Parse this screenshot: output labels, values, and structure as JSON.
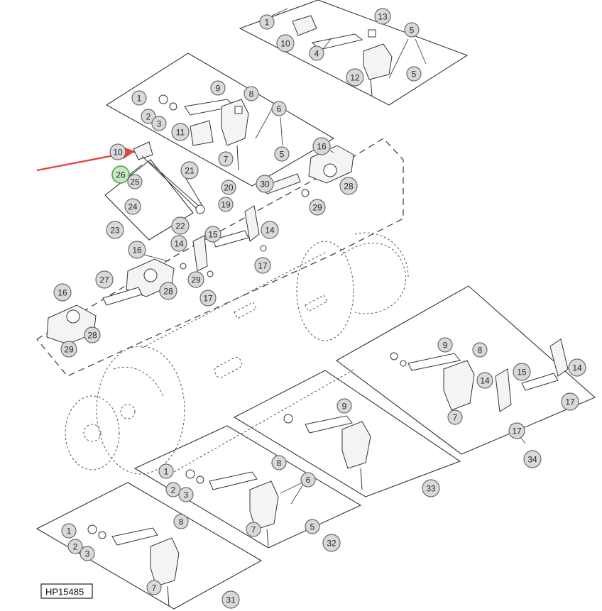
{
  "figure_code": "HP15485",
  "arrow_color": "#e8403a",
  "highlight_color": "#4aa84a",
  "callouts": [
    {
      "id": "c1",
      "label": "1"
    },
    {
      "id": "c10",
      "label": "10"
    },
    {
      "id": "c4",
      "label": "4"
    },
    {
      "id": "c13",
      "label": "13"
    },
    {
      "id": "c5a",
      "label": "5"
    },
    {
      "id": "c5b",
      "label": "5"
    },
    {
      "id": "c12",
      "label": "12"
    },
    {
      "id": "c1b",
      "label": "1"
    },
    {
      "id": "c2",
      "label": "2"
    },
    {
      "id": "c3",
      "label": "3"
    },
    {
      "id": "c11",
      "label": "11"
    },
    {
      "id": "c9",
      "label": "9"
    },
    {
      "id": "c8",
      "label": "8"
    },
    {
      "id": "c6",
      "label": "6"
    },
    {
      "id": "c5c",
      "label": "5"
    },
    {
      "id": "c7",
      "label": "7"
    },
    {
      "id": "c16a",
      "label": "16"
    },
    {
      "id": "c28a",
      "label": "28"
    },
    {
      "id": "c10b",
      "label": "10"
    },
    {
      "id": "c26",
      "label": "26",
      "highlight": true
    },
    {
      "id": "c25",
      "label": "25"
    },
    {
      "id": "c21",
      "label": "21"
    },
    {
      "id": "c20",
      "label": "20"
    },
    {
      "id": "c30",
      "label": "30"
    },
    {
      "id": "c29a",
      "label": "29"
    },
    {
      "id": "c24",
      "label": "24"
    },
    {
      "id": "c19",
      "label": "19"
    },
    {
      "id": "c22",
      "label": "22"
    },
    {
      "id": "c23",
      "label": "23"
    },
    {
      "id": "c14a",
      "label": "14"
    },
    {
      "id": "c14b",
      "label": "14"
    },
    {
      "id": "c15a",
      "label": "15"
    },
    {
      "id": "c17a",
      "label": "17"
    },
    {
      "id": "c16b",
      "label": "16"
    },
    {
      "id": "c27",
      "label": "27"
    },
    {
      "id": "c28b",
      "label": "28"
    },
    {
      "id": "c29b",
      "label": "29"
    },
    {
      "id": "c17b",
      "label": "17"
    },
    {
      "id": "c16c",
      "label": "16"
    },
    {
      "id": "c28c",
      "label": "28"
    },
    {
      "id": "c29c",
      "label": "29"
    },
    {
      "id": "c9b",
      "label": "9"
    },
    {
      "id": "c8b",
      "label": "8"
    },
    {
      "id": "c14c",
      "label": "14"
    },
    {
      "id": "c15b",
      "label": "15"
    },
    {
      "id": "c14d",
      "label": "14"
    },
    {
      "id": "c7b",
      "label": "7"
    },
    {
      "id": "c17c",
      "label": "17"
    },
    {
      "id": "c17d",
      "label": "17"
    },
    {
      "id": "c34",
      "label": "34"
    },
    {
      "id": "c9c",
      "label": "9"
    },
    {
      "id": "c33",
      "label": "33"
    },
    {
      "id": "c1c",
      "label": "1"
    },
    {
      "id": "c2b",
      "label": "2"
    },
    {
      "id": "c3b",
      "label": "3"
    },
    {
      "id": "c8c",
      "label": "8"
    },
    {
      "id": "c6b",
      "label": "6"
    },
    {
      "id": "c7c",
      "label": "7"
    },
    {
      "id": "c5d",
      "label": "5"
    },
    {
      "id": "c32",
      "label": "32"
    },
    {
      "id": "c1d",
      "label": "1"
    },
    {
      "id": "c2c",
      "label": "2"
    },
    {
      "id": "c3c",
      "label": "3"
    },
    {
      "id": "c8d",
      "label": "8"
    },
    {
      "id": "c7d",
      "label": "7"
    },
    {
      "id": "c31",
      "label": "31"
    }
  ]
}
